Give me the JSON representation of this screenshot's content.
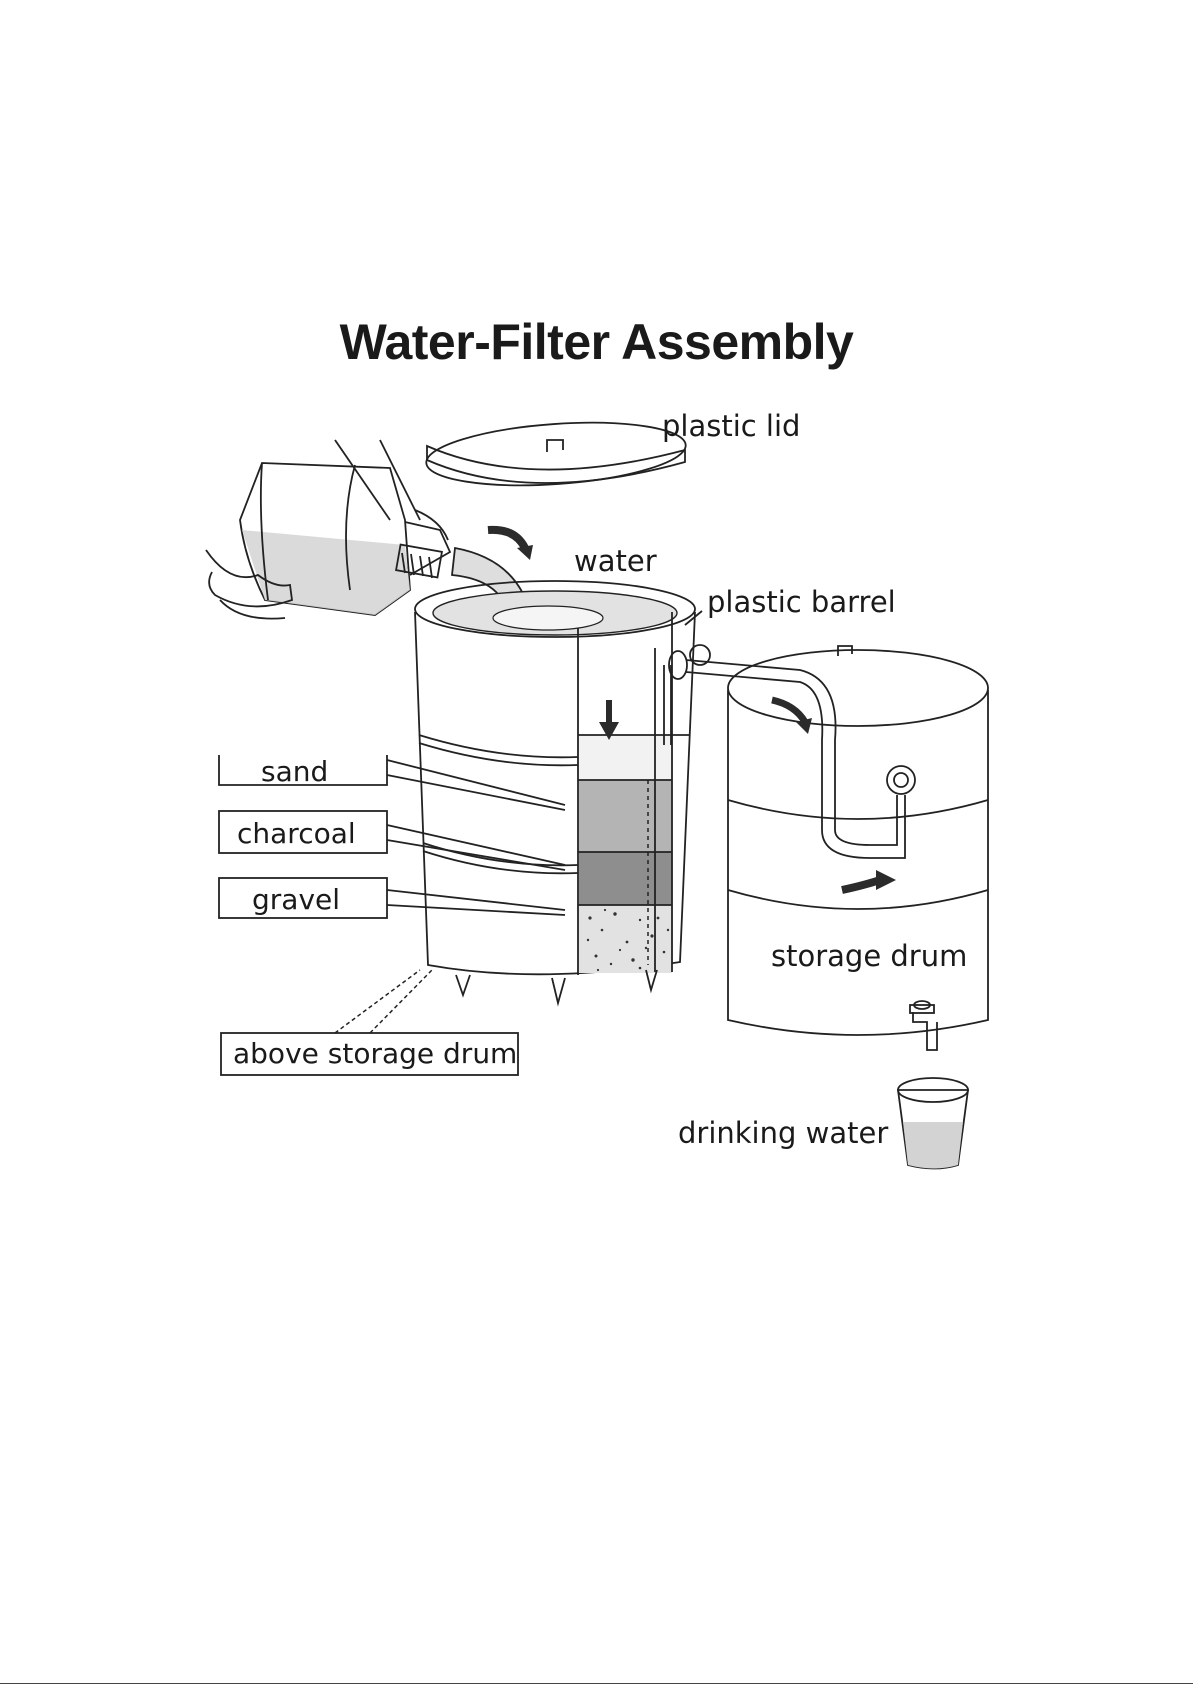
{
  "title": "Water-Filter Assembly",
  "labels": {
    "plastic_lid": "plastic lid",
    "water": "water",
    "plastic_barrel": "plastic barrel",
    "sand": "sand",
    "charcoal": "charcoal",
    "gravel": "gravel",
    "storage_drum": "storage drum",
    "above_storage_drum": "above storage drum",
    "drinking_water": "drinking water"
  },
  "colors": {
    "line": "#222222",
    "sand": "#b4b4b4",
    "charcoal": "#8e8e8e",
    "gravel": "#e2e2e2",
    "water": "#d3d3d3",
    "arrow": "#2b2b2b"
  }
}
